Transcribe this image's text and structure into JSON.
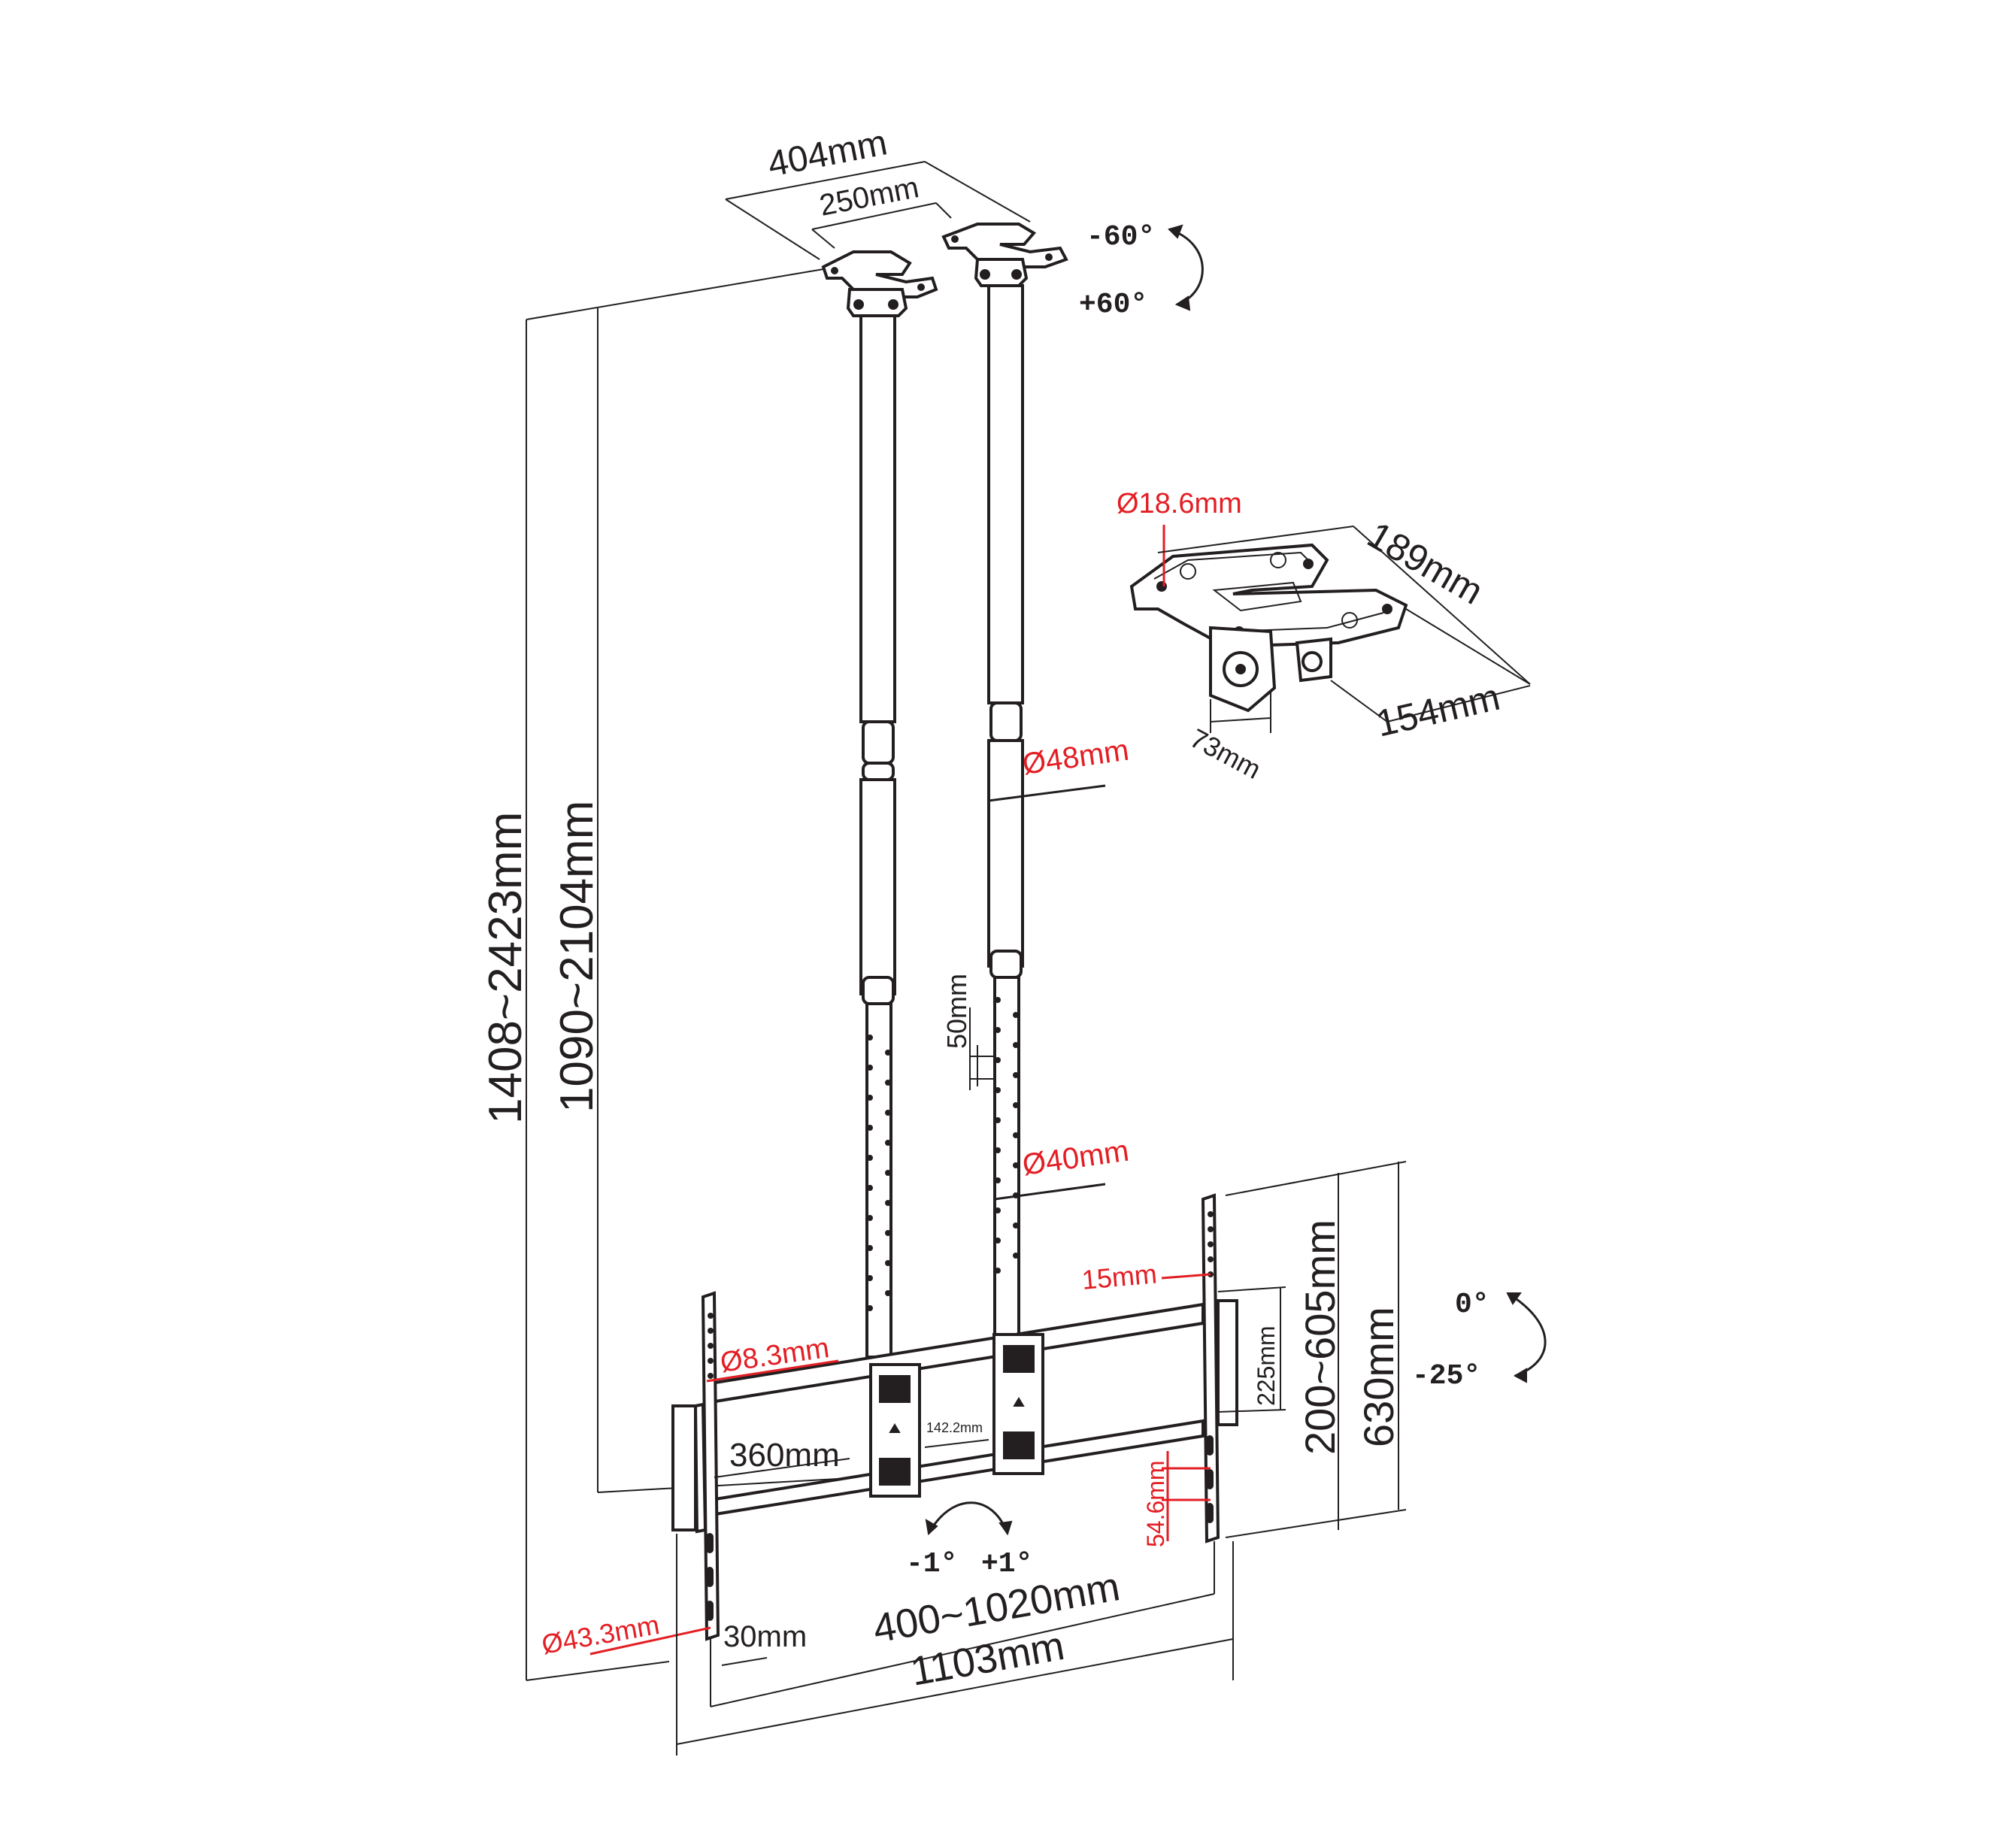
{
  "colors": {
    "line": "#231f20",
    "highlight": "#e31e24",
    "background": "#ffffff"
  },
  "ceiling_plate": {
    "width_outer": "404mm",
    "width_inner": "250mm",
    "swivel_top": "-60°",
    "swivel_bottom": "+60°"
  },
  "detail_plate": {
    "hole": "Ø18.6mm",
    "depth": "189mm",
    "width": "154mm",
    "height": "73mm"
  },
  "poles": {
    "total_height": "1408~2423mm",
    "pole_height": "1090~2104mm",
    "upper_diameter": "Ø48mm",
    "lower_diameter": "Ø40mm",
    "hole_step": "50mm"
  },
  "tv_bracket": {
    "slot_hole": "Ø8.3mm",
    "rail_spacing": "360mm",
    "pole_spacing": "142.2mm",
    "arm_spacing": "15mm",
    "slot_length": "225mm",
    "vesa_vertical": "200~605mm",
    "arm_height": "630mm",
    "tilt_top": "0°",
    "tilt_bottom": "-25°",
    "level_left": "-1°",
    "level_right": "+1°",
    "slot_pitch": "54.6mm",
    "vesa_horizontal": "400~1020mm",
    "overall_width": "1103mm",
    "depth": "30mm",
    "pole_hole": "Ø43.3mm"
  }
}
